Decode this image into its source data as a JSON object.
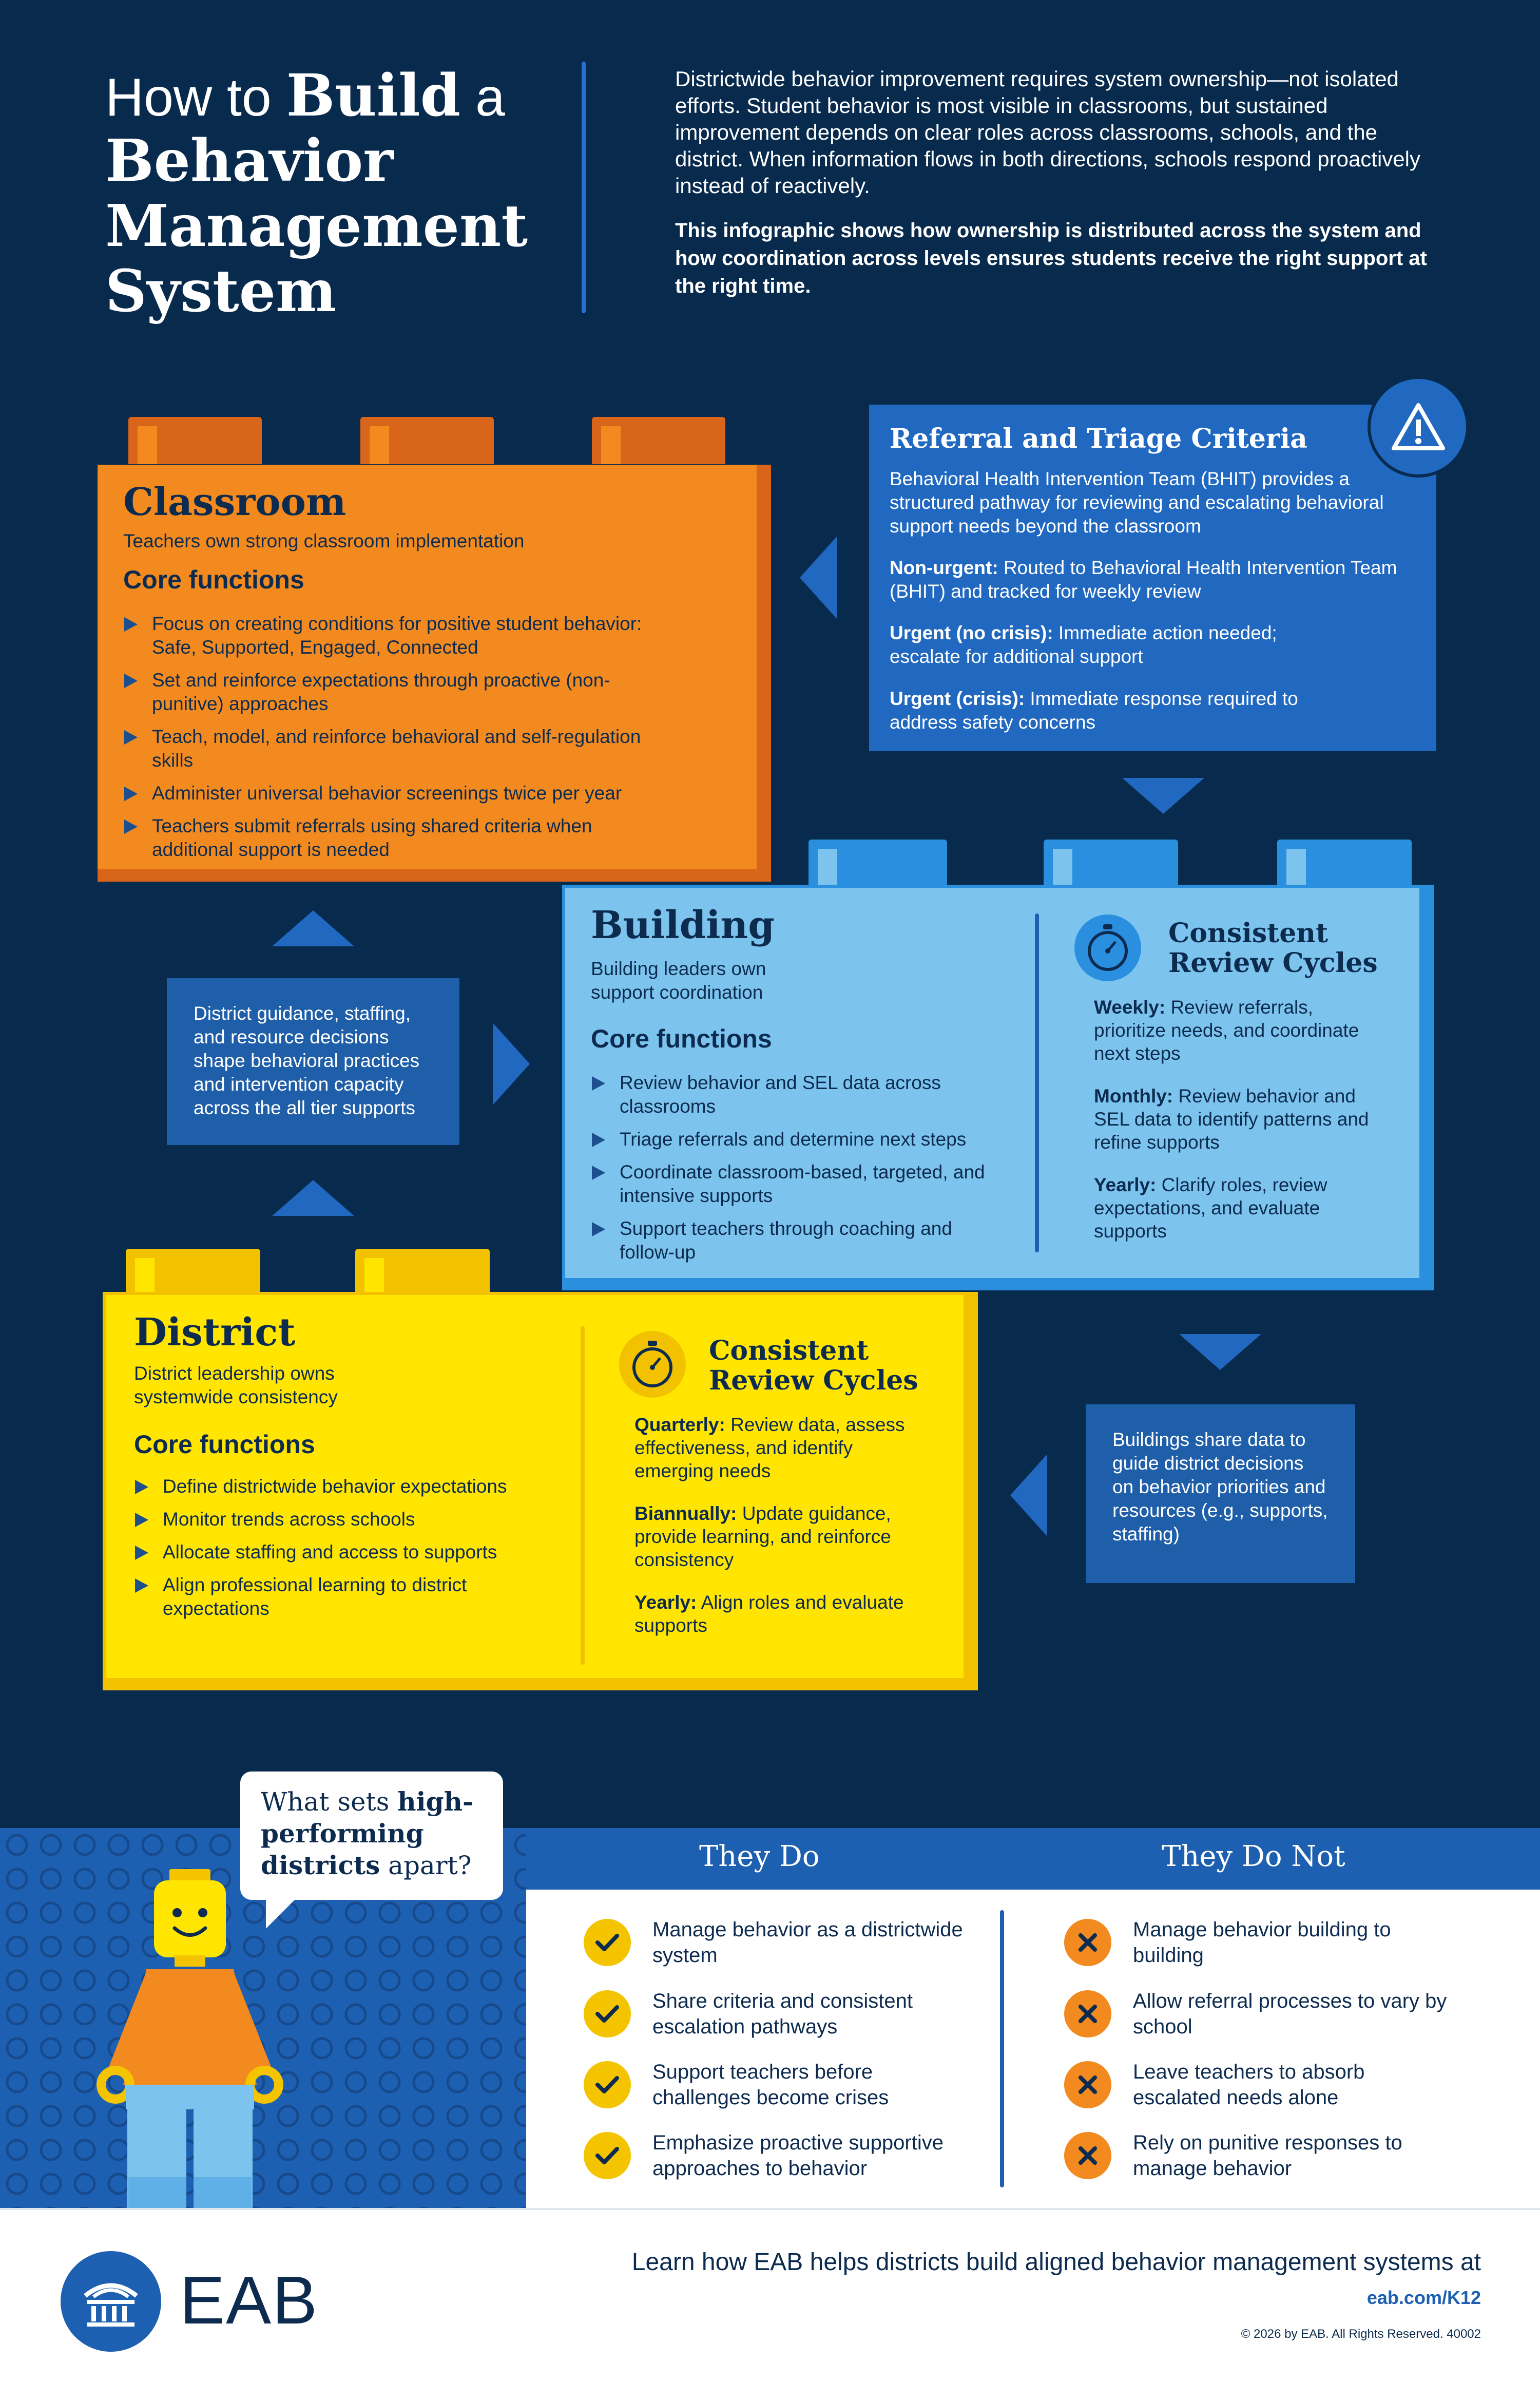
{
  "header": {
    "title_pre": "How to ",
    "title_bold1": "Build",
    "title_mid": " a",
    "title_line2": "Behavior",
    "title_line3": "Management",
    "title_line4": "System",
    "intro": "Districtwide behavior improvement requires system ownership—not isolated efforts. Student behavior is most visible in classrooms, but sustained improvement depends on clear roles across classrooms, schools, and the district. When information flows in both directions, schools respond proactively instead of reactively.",
    "intro_bold": "This infographic shows how ownership is distributed across the system and how coordination across levels ensures students receive the right support at the right time."
  },
  "classroom": {
    "title": "Classroom",
    "subtitle": "Teachers own strong classroom implementation",
    "core_title": "Core functions",
    "items": [
      "Focus on creating conditions for positive student behavior: Safe, Supported, Engaged, Connected",
      "Set and reinforce expectations through proactive (non-punitive) approaches",
      "Teach, model, and reinforce behavioral and self-regulation skills",
      "Administer universal behavior screenings twice per year",
      "Teachers submit referrals using shared criteria when additional support is needed"
    ]
  },
  "referral": {
    "title": "Referral and Triage Criteria",
    "intro": "Behavioral Health Intervention Team (BHIT) provides a structured pathway for reviewing and escalating behavioral support needs beyond the classroom",
    "items": [
      {
        "label": "Non-urgent:",
        "text": " Routed to Behavioral Health Intervention Team (BHIT) and tracked for weekly review"
      },
      {
        "label": "Urgent (no crisis):",
        "text": " Immediate action needed; escalate for additional support"
      },
      {
        "label": "Urgent (crisis):",
        "text": " Immediate response required to address safety concerns"
      }
    ]
  },
  "building": {
    "title": "Building",
    "subtitle": "Building leaders own support coordination",
    "core_title": "Core functions",
    "items": [
      "Review behavior and SEL data across classrooms",
      "Triage referrals and determine next steps",
      "Coordinate classroom-based, targeted, and intensive supports",
      "Support teachers through coaching and follow-up"
    ],
    "cycle_title": "Consistent Review Cycles",
    "cycles": [
      {
        "label": "Weekly:",
        "text": " Review referrals, prioritize needs, and coordinate next steps"
      },
      {
        "label": "Monthly:",
        "text": " Review behavior and SEL data to identify patterns and refine supports"
      },
      {
        "label": "Yearly:",
        "text": " Clarify roles, review expectations, and evaluate supports"
      }
    ]
  },
  "district": {
    "title": "District",
    "subtitle": "District leadership owns systemwide consistency",
    "core_title": "Core functions",
    "items": [
      "Define districtwide behavior expectations",
      "Monitor trends across schools",
      "Allocate staffing and access to supports",
      "Align professional learning to district expectations"
    ],
    "cycle_title": "Consistent Review Cycles",
    "cycles": [
      {
        "label": "Quarterly:",
        "text": " Review data, assess effectiveness, and identify emerging needs"
      },
      {
        "label": "Biannually:",
        "text": " Update guidance, provide learning, and reinforce consistency"
      },
      {
        "label": "Yearly:",
        "text": " Align roles and evaluate supports"
      }
    ]
  },
  "district_guidance": "District guidance, staffing, and resource decisions shape behavioral practices and intervention capacity across the all tier supports",
  "buildings_share": "Buildings share data to guide district decisions on behavior priorities and resources (e.g., supports, staffing)",
  "bubble": {
    "pre": "What sets ",
    "bold": "high-performing districts",
    "post": " apart?"
  },
  "they_do": {
    "title": "They Do",
    "items": [
      "Manage behavior as a districtwide system",
      "Share criteria and consistent escalation pathways",
      "Support teachers before challenges become crises",
      "Emphasize proactive supportive approaches to behavior"
    ]
  },
  "they_do_not": {
    "title": "They Do Not",
    "items": [
      "Manage behavior building to building",
      "Allow referral processes to vary by school",
      "Leave teachers to absorb escalated needs alone",
      "Rely on punitive responses to manage behavior"
    ]
  },
  "footer": {
    "logo_text": "EAB",
    "cta": "Learn how EAB helps districts build aligned behavior management systems at",
    "link": "eab.com/K12",
    "copyright": "© 2026 by EAB. All Rights Reserved. 40002"
  },
  "colors": {
    "navy": "#072a4d",
    "orange": "#f28a1f",
    "light_blue": "#7cc4ee",
    "yellow": "#ffe500",
    "blue": "#2068c0",
    "check_yellow": "#f5c400",
    "x_orange": "#f28a1f"
  }
}
